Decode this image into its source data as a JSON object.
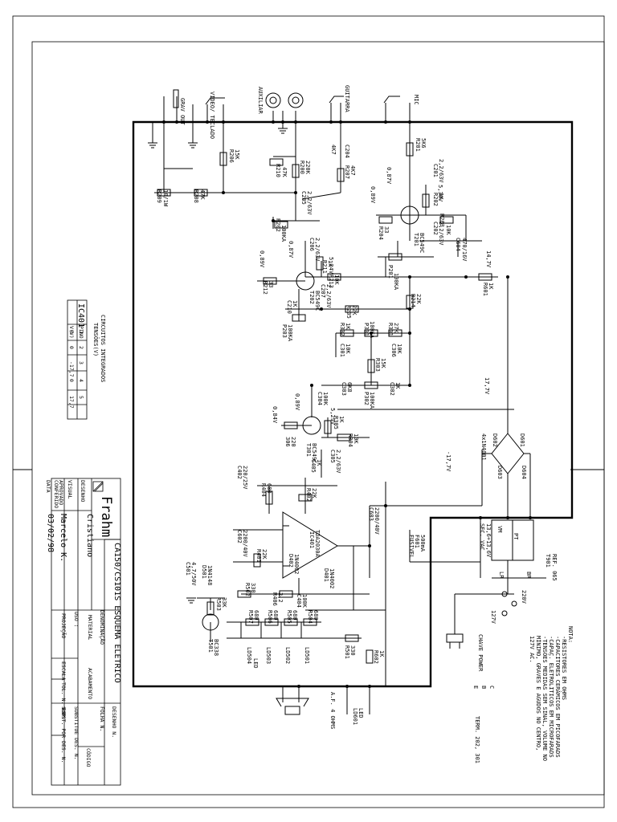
{
  "sheet": {
    "title": "CA150/CS101S ESQUEMA ELETRICO",
    "company": "Frahm",
    "design_label": "DESENHO",
    "design_value": "Cristiano",
    "visual_label": "VISUAL",
    "conference_label": "CONFERIDO",
    "approved_label": "APROVADO",
    "approved_value": "Marcelo K.",
    "date_label": "DATA",
    "date_value": "03/02/98",
    "denom_label": "DENOMINAÇÃO",
    "material_label": "MATERIAL",
    "finish_label": "ACABAMENTO",
    "use_label": "USO :",
    "projection_label": "PROJEÇÃO",
    "scale_label": "ESCALA",
    "tol_label": "TOL. N. ESP.",
    "drawing_no_label": "DESENHO N.",
    "sheet_no_label": "FOLHA N.",
    "code_label": "CÓDIGO",
    "replaces_label": "SUBSTITUE DES. N.",
    "replaced_label": "SUBST. POR DES. N."
  },
  "ic_table": {
    "title": "CIRCUITOS INTEGRADOS",
    "subtitle": "TENSÕES(V)",
    "ic": "IC401",
    "row_pin_label": "PINO",
    "row_v_label": "V(V)",
    "pins": [
      "1",
      "2",
      "3",
      "4",
      "5"
    ],
    "voltages": [
      "0",
      "0",
      "-17,7",
      "0",
      "17,7"
    ]
  },
  "notes": {
    "title": "NOTA:",
    "lines": [
      "-RESISTORES EM OHMS",
      "-CAPACITORES CERÂMICOS EM PICOFARADS",
      "-CAPAC. ELETROLITICOS EM MICROFARADS",
      "-TENSÕES MEDIDAS SEM SINAL, VOLUME NO",
      " MÍNIMO, GRAVES E AGUDOS NO CENTRO,",
      " 127V AC."
    ]
  },
  "inputs": {
    "grav_out": "GRAV OUT",
    "video_teclado": "VIDEO/ TECLADO",
    "auxiliar": "AUXILIAR",
    "guitarra": "GUITARRA",
    "mic": "MIC"
  },
  "labels": {
    "r209": "R209",
    "r209v": "10/1W",
    "r208": "R208",
    "r208v": "47K",
    "r206": "R206",
    "r206v": "15K",
    "r210": "R210",
    "r210v": "47K",
    "r200": "R200",
    "r200v": "220K",
    "r207": "R207",
    "r207v": "4K7",
    "c204": "C204",
    "c204v": "4K7",
    "c205": "C205",
    "c205v": "2,2/63V",
    "r201": "R201",
    "r201v": "5K6",
    "c201": "C201",
    "c201v": "2,2/63V",
    "v087": "0,87V",
    "v089": "0,89V",
    "v530": "5,30V",
    "r202": "R202",
    "r202v": "1K",
    "t201": "T201",
    "t201v": "BC549C",
    "r204": "R204",
    "r204v": "33",
    "r203": "R203",
    "r203v": "10K",
    "c202": "C202",
    "c202v": "2,2/63V",
    "c604": "C604",
    "c604v": "470/16V",
    "p202": "P202",
    "p202v": "100KA",
    "c206": "C206",
    "c206v": "2,2/63V",
    "v087b": "0,87V",
    "v089b": "0,89V",
    "v534": "5,34V",
    "r211": "R211",
    "r211v": "1K",
    "t202": "T202",
    "t202v": "BC549C",
    "r212": "R212",
    "r212v": "33",
    "r213": "R213",
    "r213v": "10K",
    "c207": "C207",
    "c207v": "2,2/63V",
    "p201": "P201",
    "p201v": "100KA",
    "v147": "14,7V",
    "r601": "R601",
    "r601v": "1K",
    "c210": "C210",
    "c210v": "1K",
    "r205": "R205",
    "r205v": "22K",
    "r214": "R214",
    "r214v": "22K",
    "p203": "P203",
    "p203v": "100KA",
    "r302": "R302",
    "r302v": "1K",
    "p301": "P301",
    "p301v": "100KA",
    "r301": "R301",
    "r301v": "27K",
    "c301": "C301",
    "c301v": "10K",
    "c306": "C306",
    "c306v": "10K",
    "r303": "R303",
    "r303v": "15K",
    "c303": "C303",
    "c303v": "6K8",
    "p302": "P302",
    "p302v": "100KA",
    "c302": "C302",
    "c302v": "1K",
    "v177": "17,7V",
    "c304": "C304",
    "c304v": "100K",
    "v089c": "0,89V",
    "v084": "0,84V",
    "v529": "5,29V",
    "r305": "R305",
    "r305v": "1K",
    "r306": "306",
    "r306v": "220",
    "t301": "T301",
    "t301v": "BC549C",
    "r304": "R304",
    "r304v": "10K",
    "c305": "C305",
    "c305v": "2,2/63V",
    "d601": "D601",
    "d602": "D602",
    "d603": "D603",
    "d604": "D604",
    "diodes": "4x1N4001",
    "vm177": "-17,7V",
    "c402": "C402",
    "c402v": "220/25V",
    "r404": "R404",
    "r404v": "680",
    "c405": "C405",
    "c405v": "1K",
    "r402": "R402",
    "r402v": "22K",
    "ic401": "IC401",
    "ic401v": "TDA2030A",
    "c603": "C603",
    "c603v": "2200/40V",
    "c602": "C602",
    "c602v": "2200/40V",
    "r401": "R401",
    "r401v": "22K",
    "d402": "D402",
    "d402v": "1N4002",
    "d401": "D401",
    "d401v": "1N4002",
    "c501": "C501",
    "c501v": "4,7/50V",
    "d501": "D501",
    "d501v": "1N4148",
    "r502": "R502",
    "r502v": "330",
    "r503": "R503",
    "r503v": "33K",
    "r406": "R406",
    "r406v": "2,2",
    "c404": "C404",
    "c404v": "100K",
    "t501": "T501",
    "t501v": "BC338",
    "r507": "R507",
    "r507v": "680",
    "r506": "R506",
    "r506v": "680",
    "r505": "R505",
    "r505v": "680",
    "r504": "R504",
    "r504v": "680",
    "led504": "LD504",
    "led503": "LD503",
    "led502": "LD502",
    "led501": "LD501",
    "led": "LED",
    "r501": "R501",
    "r501v": "330",
    "r602": "R602",
    "r602v": "1K",
    "ld601": "LD601",
    "ld601v": "LED",
    "speaker": "A.F. 4 OHMS",
    "fuse": "FUSÍVEL",
    "fusev": "F601",
    "fusea": "500mA",
    "t901": "T901",
    "t901v": "REF. 065",
    "sec_label": "SEC. VAC",
    "sec_v": "13,6+13,6V",
    "vm": "VM",
    "lr": "LR",
    "br": "BR",
    "pt": "PT",
    "v220": "220V",
    "v127": "127V",
    "switch": "CHAVE POWER",
    "term_pins": "TERM. 202, 301",
    "pin_e": "E",
    "pin_b": "B",
    "pin_c": "C"
  }
}
